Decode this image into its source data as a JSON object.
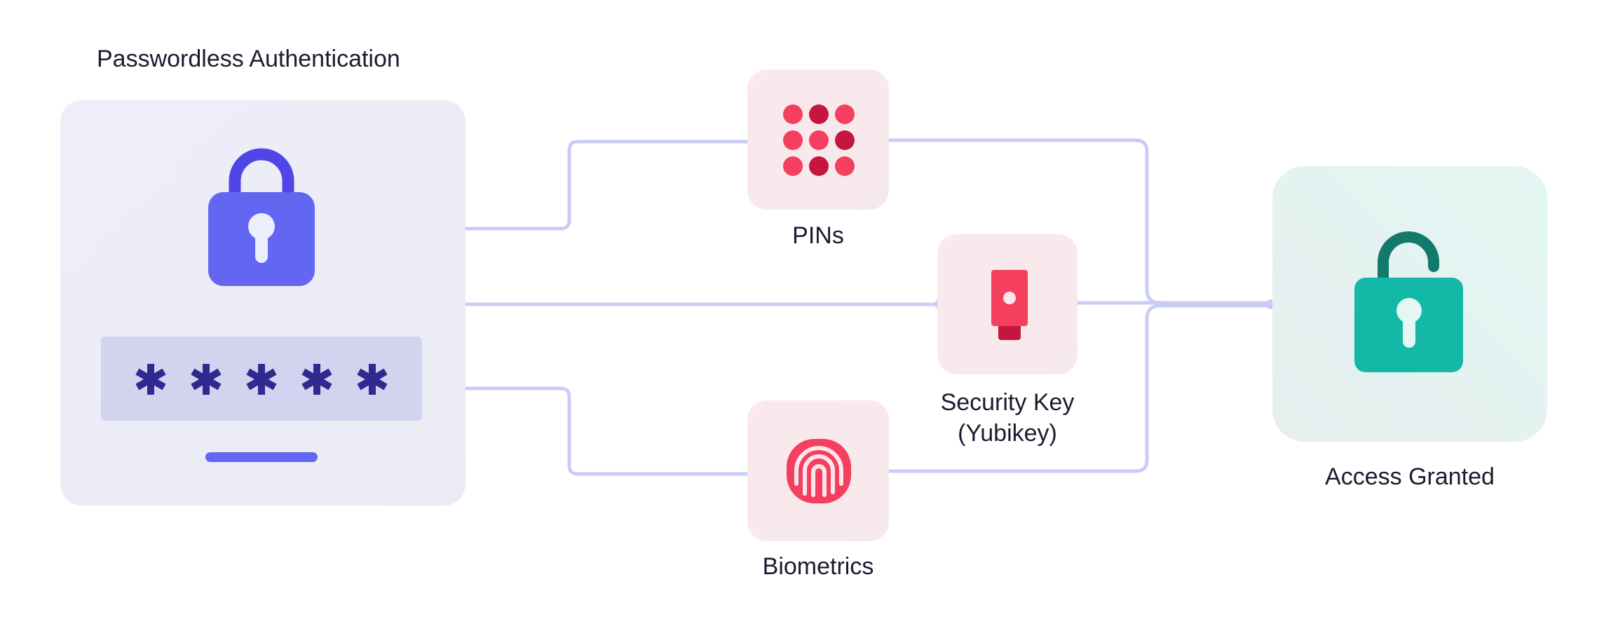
{
  "diagram": {
    "source": {
      "title": "Passwordless Authentication",
      "icon": "locked-padlock-icon",
      "password_mask": [
        "*",
        "*",
        "*",
        "*",
        "*"
      ]
    },
    "methods": [
      {
        "label": "PINs",
        "icon": "keypad-dots-icon"
      },
      {
        "label_line1": "Security Key",
        "label_line2": "(Yubikey)",
        "icon": "usb-security-key-icon"
      },
      {
        "label": "Biometrics",
        "icon": "fingerprint-icon"
      }
    ],
    "target": {
      "label": "Access Granted",
      "icon": "unlocked-padlock-icon"
    },
    "colors": {
      "source_accent": "#6366f1",
      "source_dark": "#2e2a8f",
      "method_accent": "#f43f5e",
      "method_dark": "#c4163f",
      "target_accent": "#14b8a6",
      "target_dark": "#137a6b",
      "connector": "#c9cdf6"
    }
  }
}
